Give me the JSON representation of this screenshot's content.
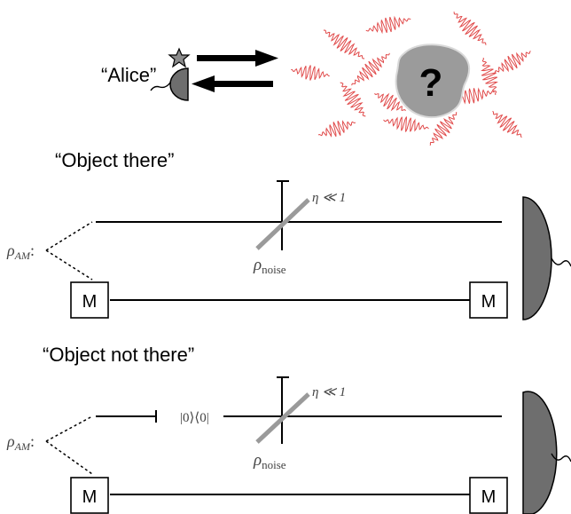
{
  "top": {
    "alice_label": "“Alice”",
    "object_symbol": "?"
  },
  "panel_there": {
    "title": "“Object there”",
    "eta": "η ≪ 1",
    "rho_am_main": "ρ",
    "rho_am_sub": "AM",
    "rho_noise_main": "ρ",
    "rho_noise_sub": "noise",
    "m_left": "M",
    "m_right": "M"
  },
  "panel_not_there": {
    "title": "“Object not there”",
    "eta": "η ≪ 1",
    "ket": "|0⟩⟨0|",
    "rho_am_main": "ρ",
    "rho_am_sub": "AM",
    "rho_noise_main": "ρ",
    "rho_noise_sub": "noise",
    "m_left": "M",
    "m_right": "M"
  },
  "colors": {
    "pulse": "#e04a4a",
    "object": "#9b9b9b",
    "beam_splitter": "#9a9a9a",
    "detector": "#6e6e6e"
  }
}
